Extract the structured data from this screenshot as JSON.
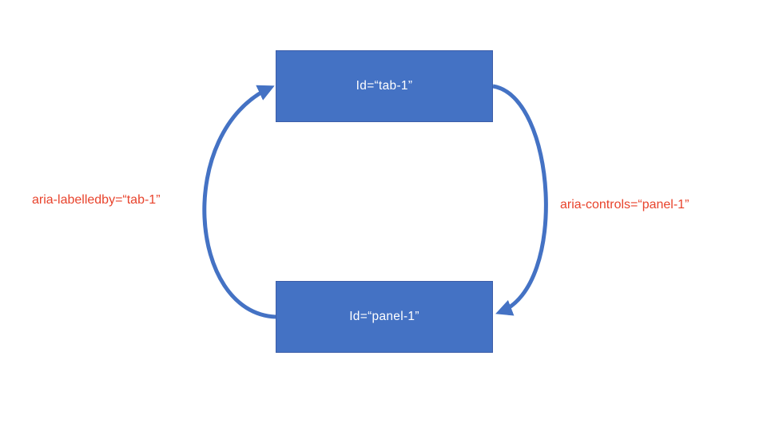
{
  "diagram": {
    "boxes": [
      {
        "name": "tab",
        "label": "Id=“tab-1”"
      },
      {
        "name": "panel",
        "label": "Id=“panel-1”"
      }
    ],
    "edges": [
      {
        "name": "aria-labelledby",
        "label": "aria-labelledby=“tab-1”",
        "from": "panel",
        "to": "tab",
        "side": "left"
      },
      {
        "name": "aria-controls",
        "label": "aria-controls=“panel-1”",
        "from": "tab",
        "to": "panel",
        "side": "right"
      }
    ],
    "colors": {
      "background": "#FFFFFF",
      "box_fill": "#4472C4",
      "box_border": "#3C5DA8",
      "box_text": "#FFFFFF",
      "arrow": "#4472C4",
      "annotation_text": "#E8432C"
    }
  }
}
